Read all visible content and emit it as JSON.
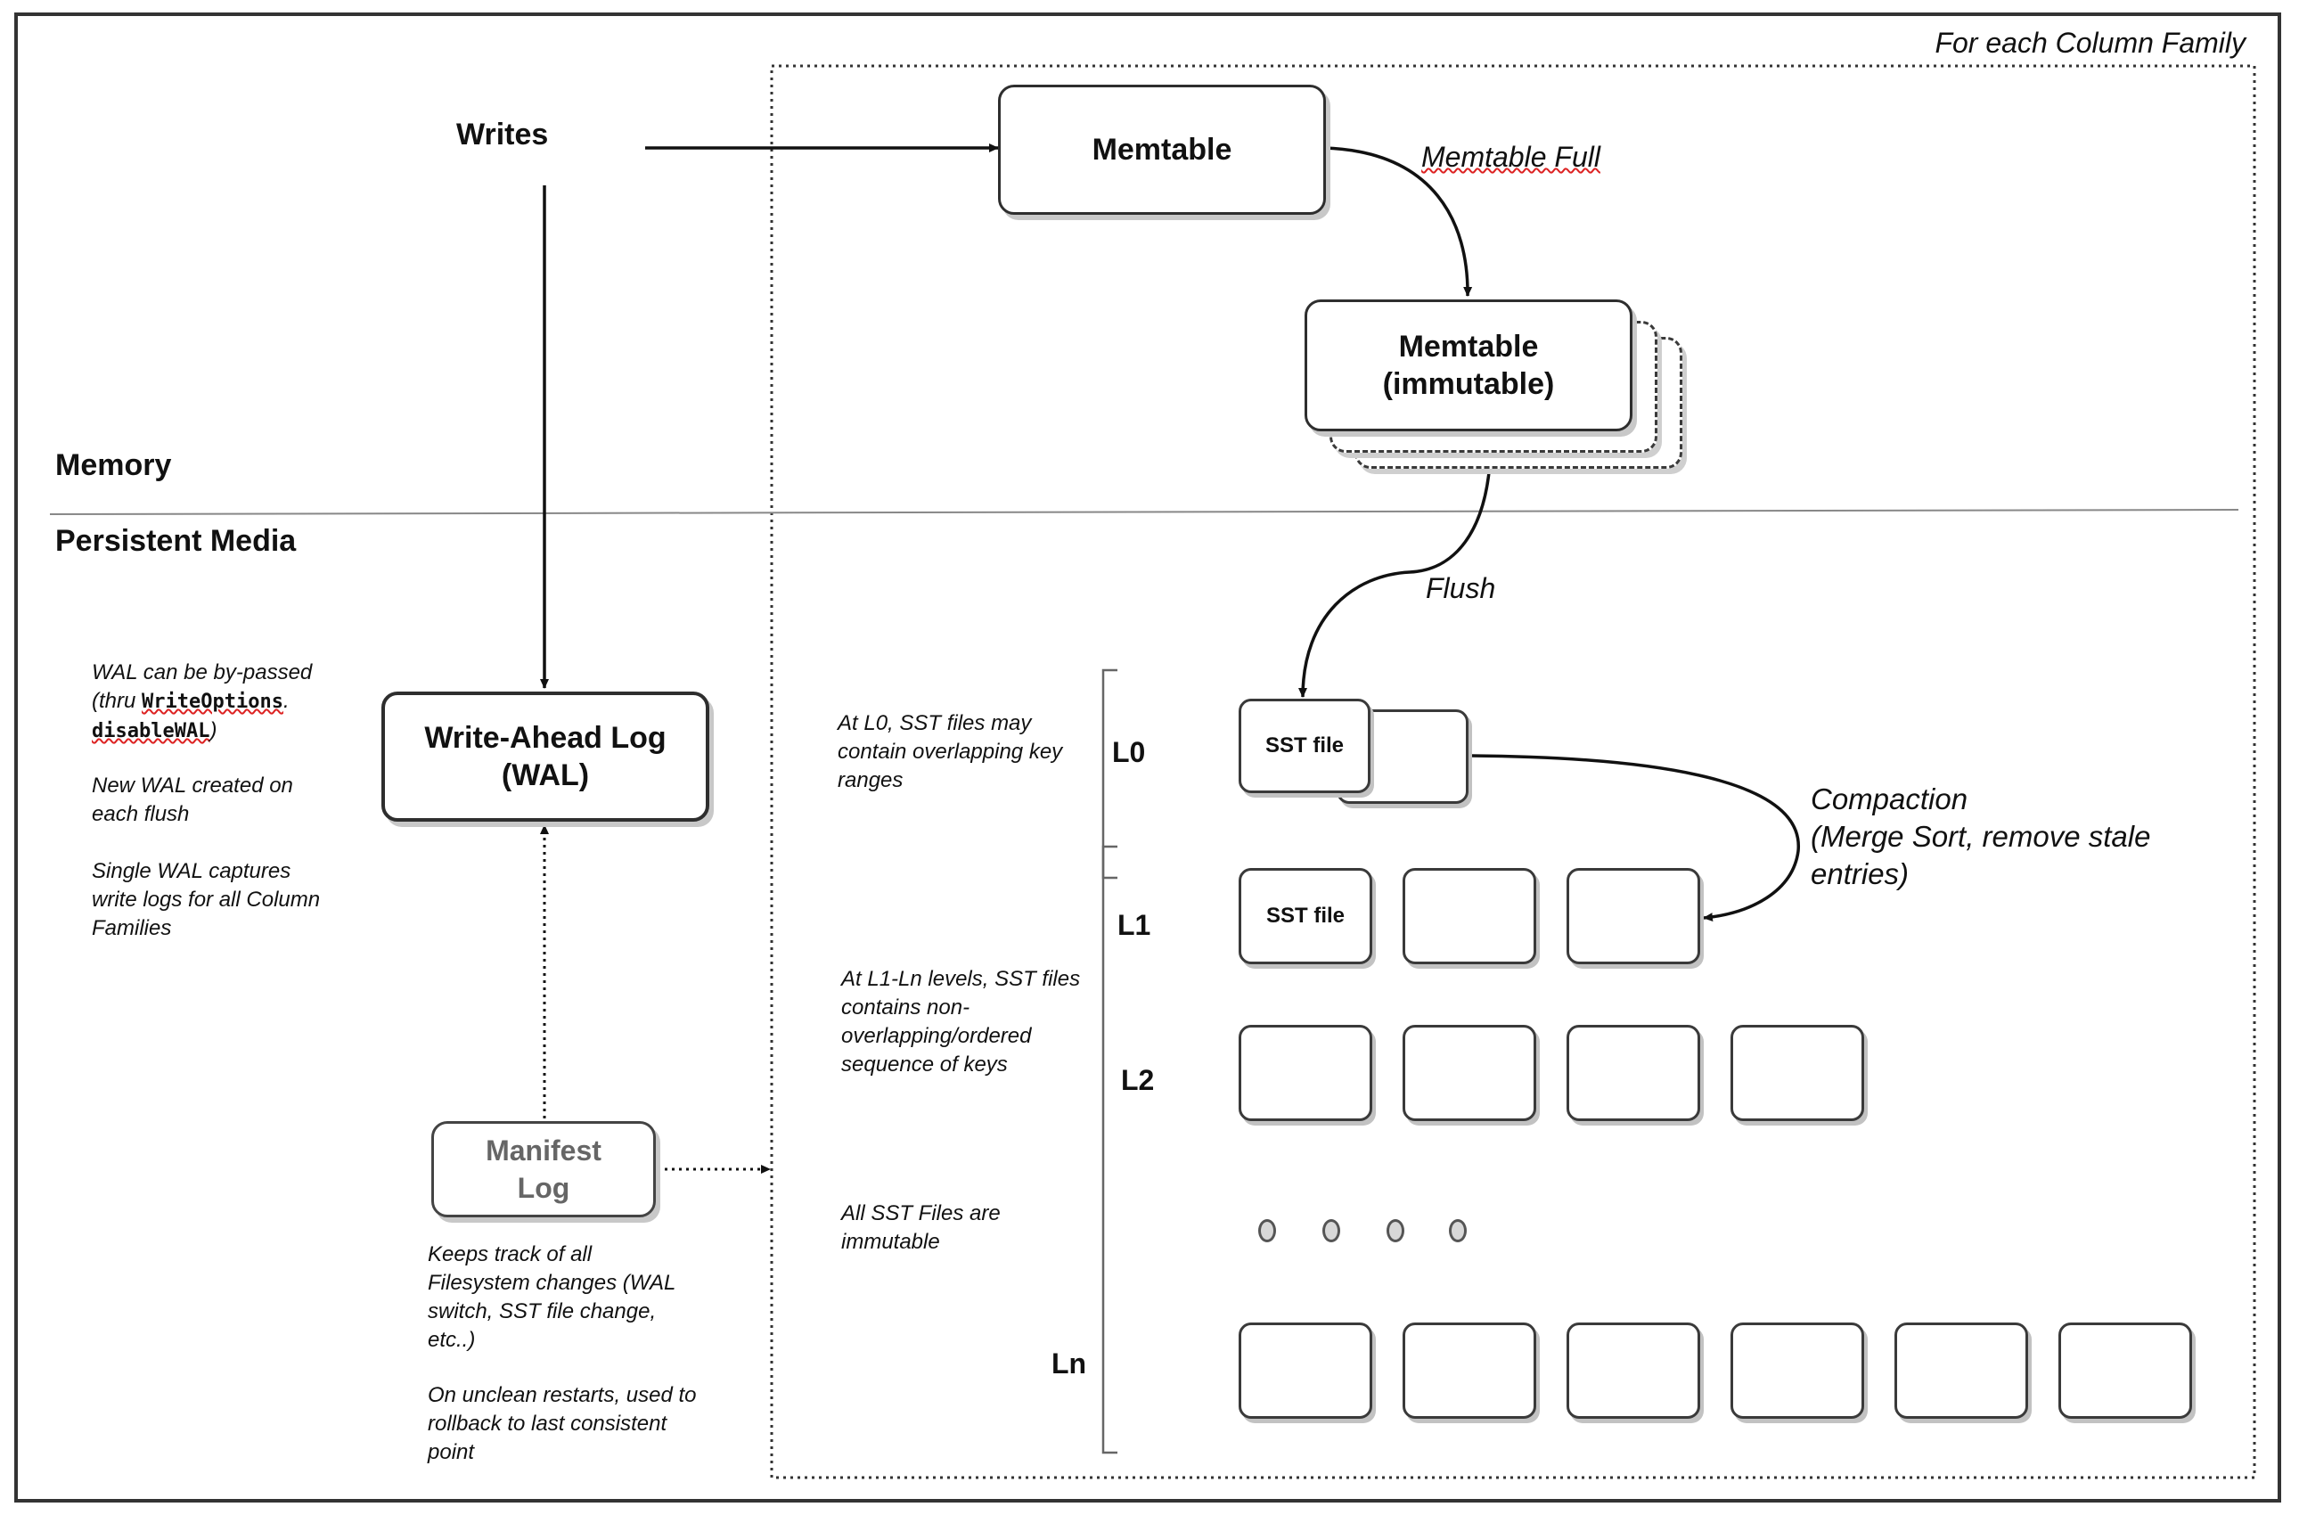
{
  "header": {
    "scope_label": "For each Column Family"
  },
  "zones": {
    "memory": "Memory",
    "persistent": "Persistent Media"
  },
  "writes": {
    "label": "Writes"
  },
  "memtable": {
    "label": "Memtable"
  },
  "memtable_full": {
    "label": "Memtable Full"
  },
  "immutable": {
    "label": "Memtable\n(immutable)"
  },
  "flush": {
    "label": "Flush"
  },
  "wal": {
    "label": "Write-Ahead Log\n(WAL)",
    "notes": {
      "bypass_prefix": "WAL can be by-passed\n(thru ",
      "bypass_code_1": "WriteOptions",
      "bypass_dot": ".",
      "bypass_code_2": "disableWAL",
      "bypass_suffix": ")",
      "new_wal": "New WAL created on\neach flush",
      "single_wal": "Single WAL captures\nwrite logs for all Column\nFamilies"
    }
  },
  "manifest": {
    "label": "Manifest\nLog",
    "notes": {
      "tracks": "Keeps track of all\nFilesystem changes (WAL\nswitch, SST file change,\netc..)",
      "restarts": "On unclean restarts, used to\nrollback to last consistent\npoint"
    }
  },
  "levels": {
    "l0": "L0",
    "l1": "L1",
    "l2": "L2",
    "ln": "Ln",
    "sst_label": "SST file"
  },
  "level_notes": {
    "l0": "At L0, SST files may\ncontain overlapping key\nranges",
    "l1_ln": "At L1-Ln levels, SST files\ncontains non-\noverlapping/ordered\nsequence of keys",
    "immutable": "All SST Files are\nimmutable"
  },
  "compaction": {
    "label": "Compaction\n(Merge Sort, remove stale\nentries)"
  },
  "colors": {
    "stroke": "#2e2e2e",
    "shadow": "#c8c8c8",
    "divider": "#888888"
  }
}
